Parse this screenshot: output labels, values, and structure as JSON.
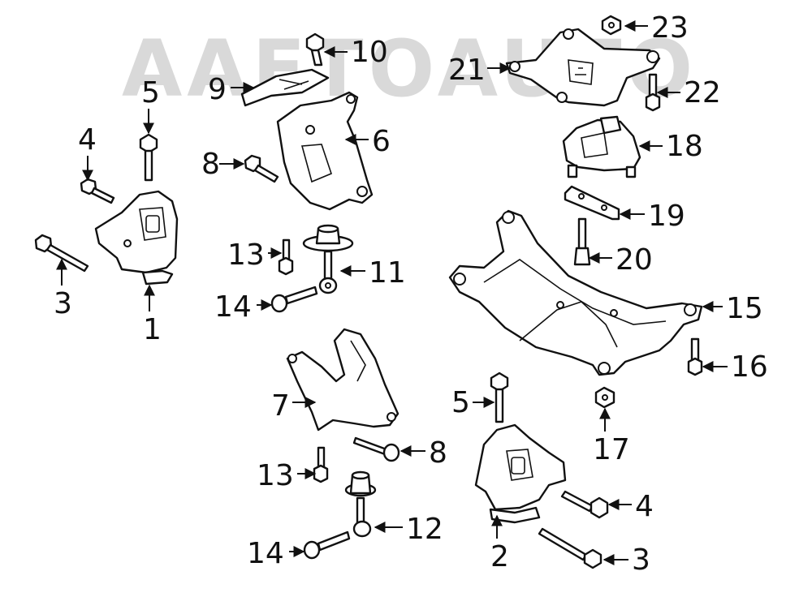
{
  "watermark": "AAFTOAUTO",
  "callouts": [
    {
      "id": "c1",
      "label": "1"
    },
    {
      "id": "c2",
      "label": "2"
    },
    {
      "id": "c3a",
      "label": "3"
    },
    {
      "id": "c3b",
      "label": "3"
    },
    {
      "id": "c4a",
      "label": "4"
    },
    {
      "id": "c4b",
      "label": "4"
    },
    {
      "id": "c5a",
      "label": "5"
    },
    {
      "id": "c5b",
      "label": "5"
    },
    {
      "id": "c6",
      "label": "6"
    },
    {
      "id": "c7",
      "label": "7"
    },
    {
      "id": "c8a",
      "label": "8"
    },
    {
      "id": "c8b",
      "label": "8"
    },
    {
      "id": "c9",
      "label": "9"
    },
    {
      "id": "c10",
      "label": "10"
    },
    {
      "id": "c11",
      "label": "11"
    },
    {
      "id": "c12",
      "label": "12"
    },
    {
      "id": "c13a",
      "label": "13"
    },
    {
      "id": "c13b",
      "label": "13"
    },
    {
      "id": "c14a",
      "label": "14"
    },
    {
      "id": "c14b",
      "label": "14"
    },
    {
      "id": "c15",
      "label": "15"
    },
    {
      "id": "c16",
      "label": "16"
    },
    {
      "id": "c17",
      "label": "17"
    },
    {
      "id": "c18",
      "label": "18"
    },
    {
      "id": "c19",
      "label": "19"
    },
    {
      "id": "c20",
      "label": "20"
    },
    {
      "id": "c21",
      "label": "21"
    },
    {
      "id": "c22",
      "label": "22"
    },
    {
      "id": "c23",
      "label": "23"
    }
  ]
}
